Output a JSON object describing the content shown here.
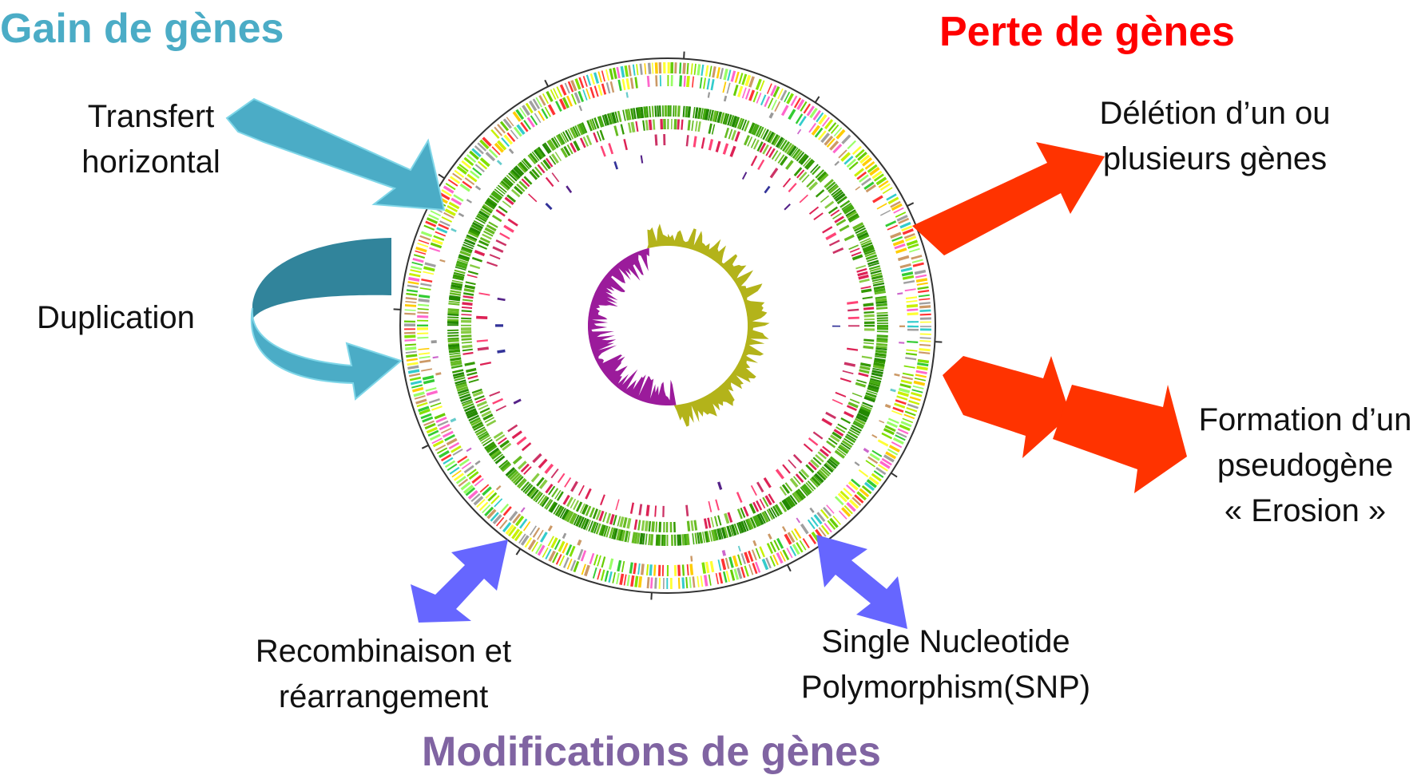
{
  "headings": {
    "gain": "Gain de gènes",
    "loss": "Perte de gènes",
    "modification": "Modifications de gènes"
  },
  "labels": {
    "transfer_line1": "Transfert",
    "transfer_line2": "horizontal",
    "duplication": "Duplication",
    "deletion_line1": "Délétion d’un ou",
    "deletion_line2": "plusieurs gènes",
    "pseudogene_line1": "Formation d’un",
    "pseudogene_line2": "pseudogène",
    "pseudogene_line3": "« Erosion »",
    "recombination_line1": "Recombinaison et",
    "recombination_line2": "réarrangement",
    "snp_line1": "Single Nucleotide",
    "snp_line2": "Polymorphism(SNP)"
  },
  "colors": {
    "gain": "#4bacc6",
    "gain_dark": "#31849b",
    "loss_heading": "#ff0000",
    "loss_arrow": "#ff3300",
    "modification": "#8064a2",
    "modification_arrow": "#6666ff",
    "genome_outline": "#222222",
    "gc_skew_positive": "#b3b31a",
    "gc_skew_negative": "#9b1b9b"
  }
}
